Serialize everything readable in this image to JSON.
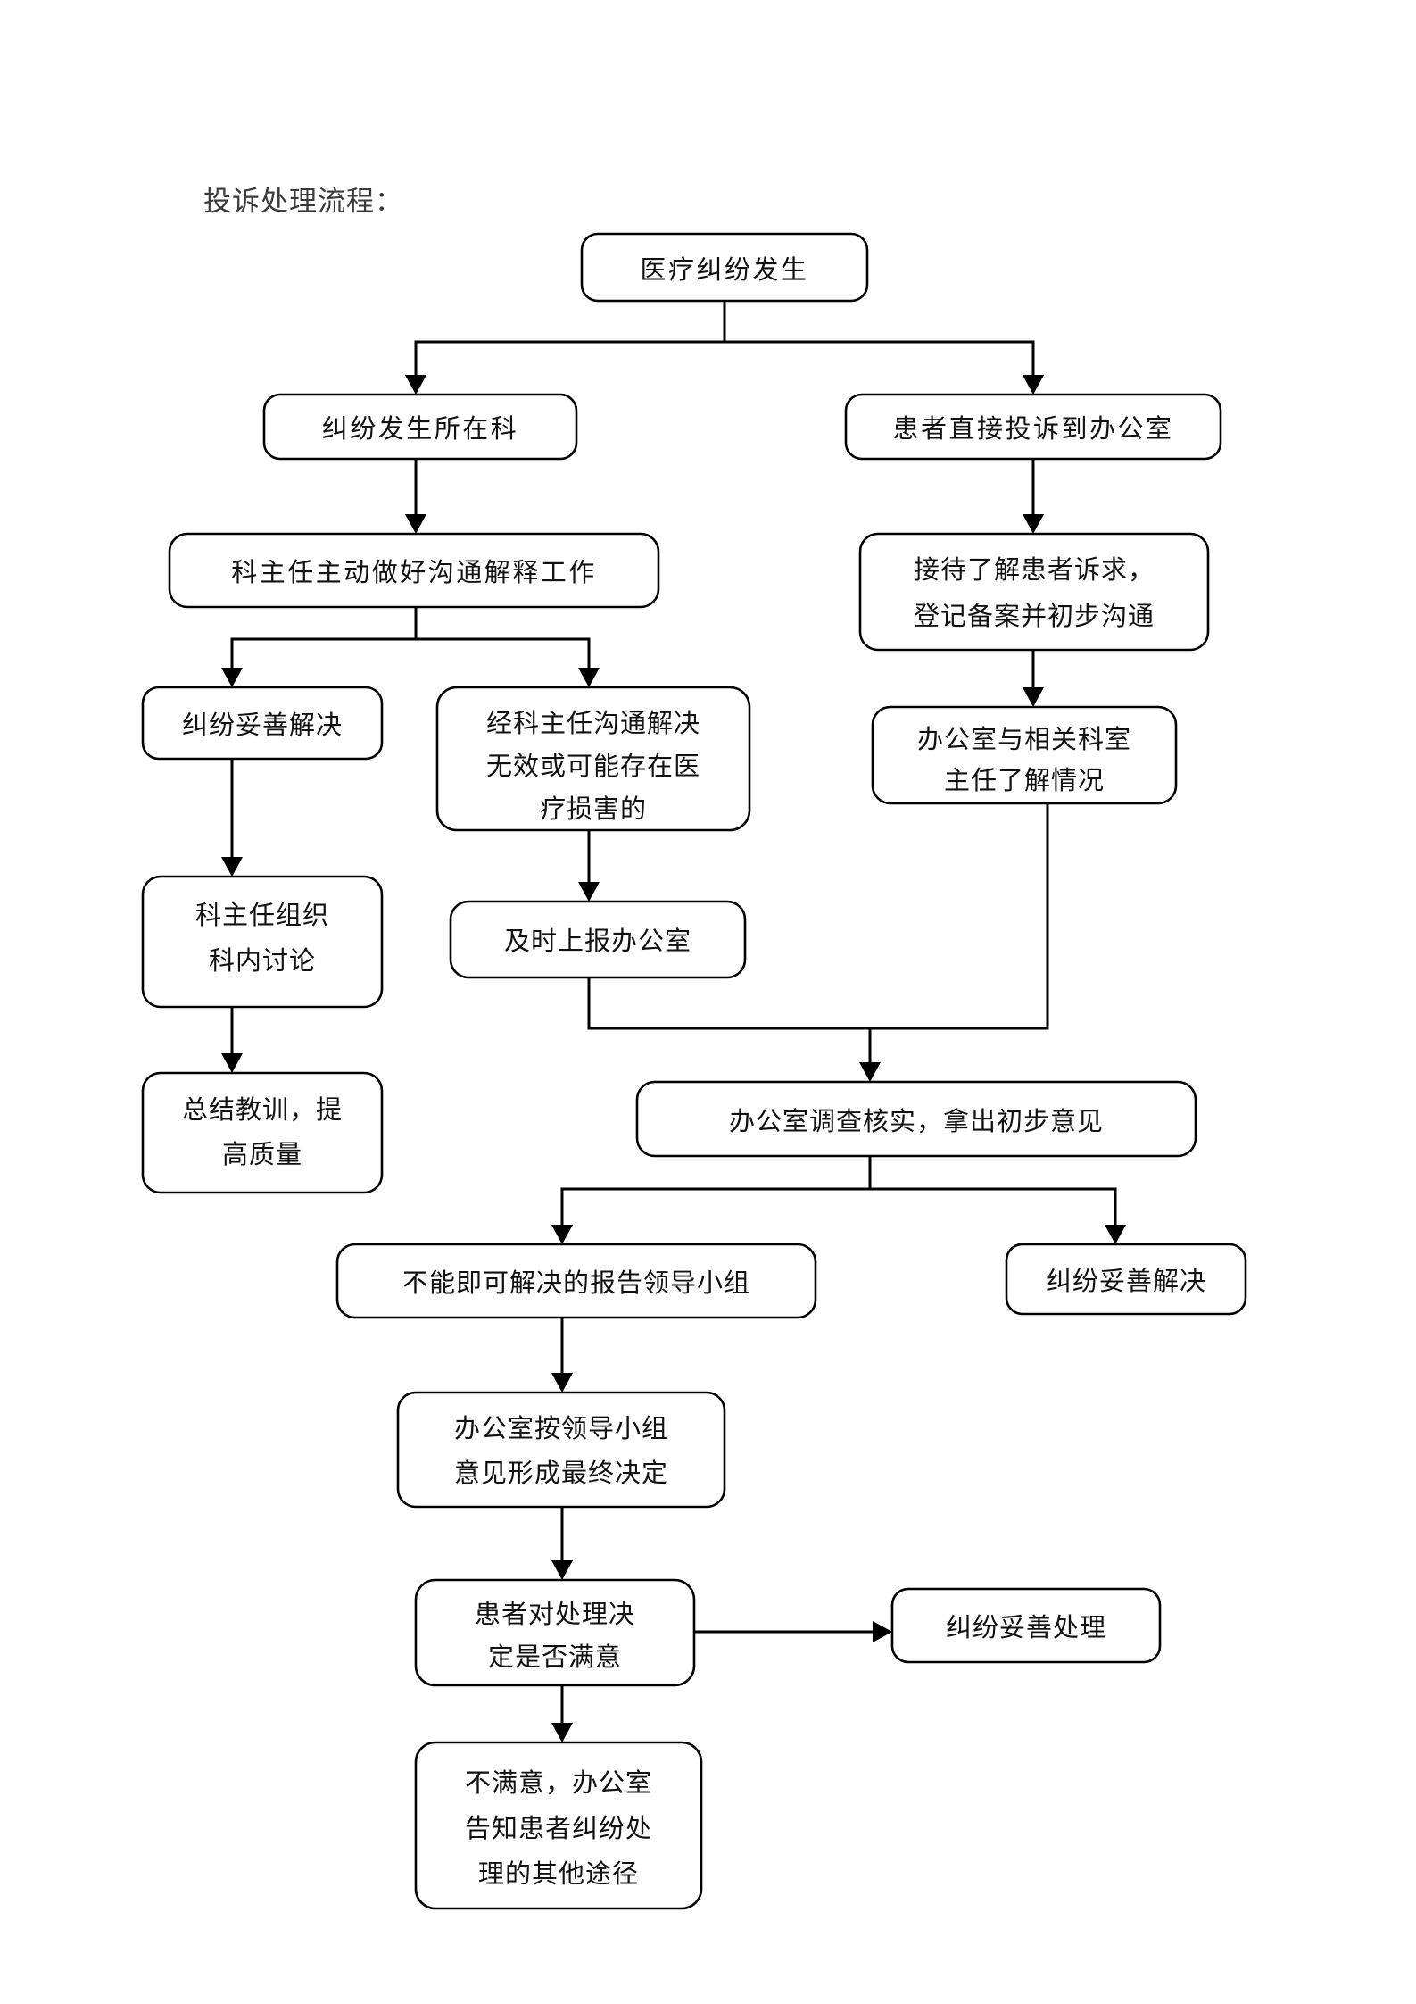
{
  "document": {
    "title": "投诉处理流程：",
    "language": "zh-CN"
  },
  "chart_data": {
    "type": "diagram",
    "subtype": "flowchart",
    "title": "投诉处理流程：",
    "orientation": "top-down",
    "node_shape": "rounded-rectangle",
    "colors": {
      "background": "#ffffff",
      "node_fill": "#ffffff",
      "node_stroke": "#000000",
      "connector": "#000000",
      "text": "#111111",
      "title_text": "#3a3a3a"
    },
    "nodes": [
      {
        "id": "n1",
        "label": "医疗纠纷发生",
        "lines": [
          "医疗纠纷发生"
        ]
      },
      {
        "id": "n2",
        "label": "纠纷发生所在科",
        "lines": [
          "纠纷发生所在科"
        ]
      },
      {
        "id": "n3",
        "label": "患者直接投诉到办公室",
        "lines": [
          "患者直接投诉到办公室"
        ]
      },
      {
        "id": "n4",
        "label": "科主任主动做好沟通解释工作",
        "lines": [
          "科主任主动做好沟通解释工作"
        ]
      },
      {
        "id": "n5",
        "label": "接待了解患者诉求，登记备案并初步沟通",
        "lines": [
          "接待了解患者诉求，",
          "登记备案并初步沟通"
        ]
      },
      {
        "id": "n6",
        "label": "纠纷妥善解决",
        "lines": [
          "纠纷妥善解决"
        ]
      },
      {
        "id": "n7",
        "label": "经科主任沟通解决无效或可能存在医疗损害的",
        "lines": [
          "经科主任沟通解决",
          "无效或可能存在医",
          "疗损害的"
        ]
      },
      {
        "id": "n8",
        "label": "办公室与相关科室主任了解情况",
        "lines": [
          "办公室与相关科室",
          "主任了解情况"
        ]
      },
      {
        "id": "n9",
        "label": "科主任组织科内讨论",
        "lines": [
          "科主任组织",
          "科内讨论"
        ]
      },
      {
        "id": "n10",
        "label": "及时上报办公室",
        "lines": [
          "及时上报办公室"
        ]
      },
      {
        "id": "n11",
        "label": "总结教训，提高质量",
        "lines": [
          "总结教训，提",
          "高质量"
        ]
      },
      {
        "id": "n12",
        "label": "办公室调查核实，拿出初步意见",
        "lines": [
          "办公室调查核实，拿出初步意见"
        ]
      },
      {
        "id": "n13",
        "label": "不能即可解决的报告领导小组",
        "lines": [
          "不能即可解决的报告领导小组"
        ]
      },
      {
        "id": "n14",
        "label": "纠纷妥善解决",
        "lines": [
          "纠纷妥善解决"
        ]
      },
      {
        "id": "n15",
        "label": "办公室按领导小组意见形成最终决定",
        "lines": [
          "办公室按领导小组",
          "意见形成最终决定"
        ]
      },
      {
        "id": "n16",
        "label": "患者对处理决定是否满意",
        "lines": [
          "患者对处理决",
          "定是否满意"
        ]
      },
      {
        "id": "n17",
        "label": "纠纷妥善处理",
        "lines": [
          "纠纷妥善处理"
        ]
      },
      {
        "id": "n18",
        "label": "不满意，办公室告知患者纠纷处理的其他途径",
        "lines": [
          "不满意，办公室",
          "告知患者纠纷处",
          "理的其他途径"
        ]
      }
    ],
    "edges": [
      {
        "from": "n1",
        "to": "n2",
        "style": "orthogonal-split"
      },
      {
        "from": "n1",
        "to": "n3",
        "style": "orthogonal-split"
      },
      {
        "from": "n2",
        "to": "n4",
        "style": "straight"
      },
      {
        "from": "n3",
        "to": "n5",
        "style": "straight"
      },
      {
        "from": "n4",
        "to": "n6",
        "style": "orthogonal-split"
      },
      {
        "from": "n4",
        "to": "n7",
        "style": "orthogonal-split"
      },
      {
        "from": "n5",
        "to": "n8",
        "style": "straight"
      },
      {
        "from": "n6",
        "to": "n9",
        "style": "straight"
      },
      {
        "from": "n7",
        "to": "n10",
        "style": "straight"
      },
      {
        "from": "n9",
        "to": "n11",
        "style": "straight"
      },
      {
        "from": "n10",
        "to": "n12",
        "style": "orthogonal-merge"
      },
      {
        "from": "n8",
        "to": "n12",
        "style": "orthogonal-merge"
      },
      {
        "from": "n12",
        "to": "n13",
        "style": "orthogonal-split"
      },
      {
        "from": "n12",
        "to": "n14",
        "style": "orthogonal-split"
      },
      {
        "from": "n13",
        "to": "n15",
        "style": "straight"
      },
      {
        "from": "n15",
        "to": "n16",
        "style": "straight"
      },
      {
        "from": "n16",
        "to": "n17",
        "style": "horizontal"
      },
      {
        "from": "n16",
        "to": "n18",
        "style": "straight"
      }
    ]
  }
}
